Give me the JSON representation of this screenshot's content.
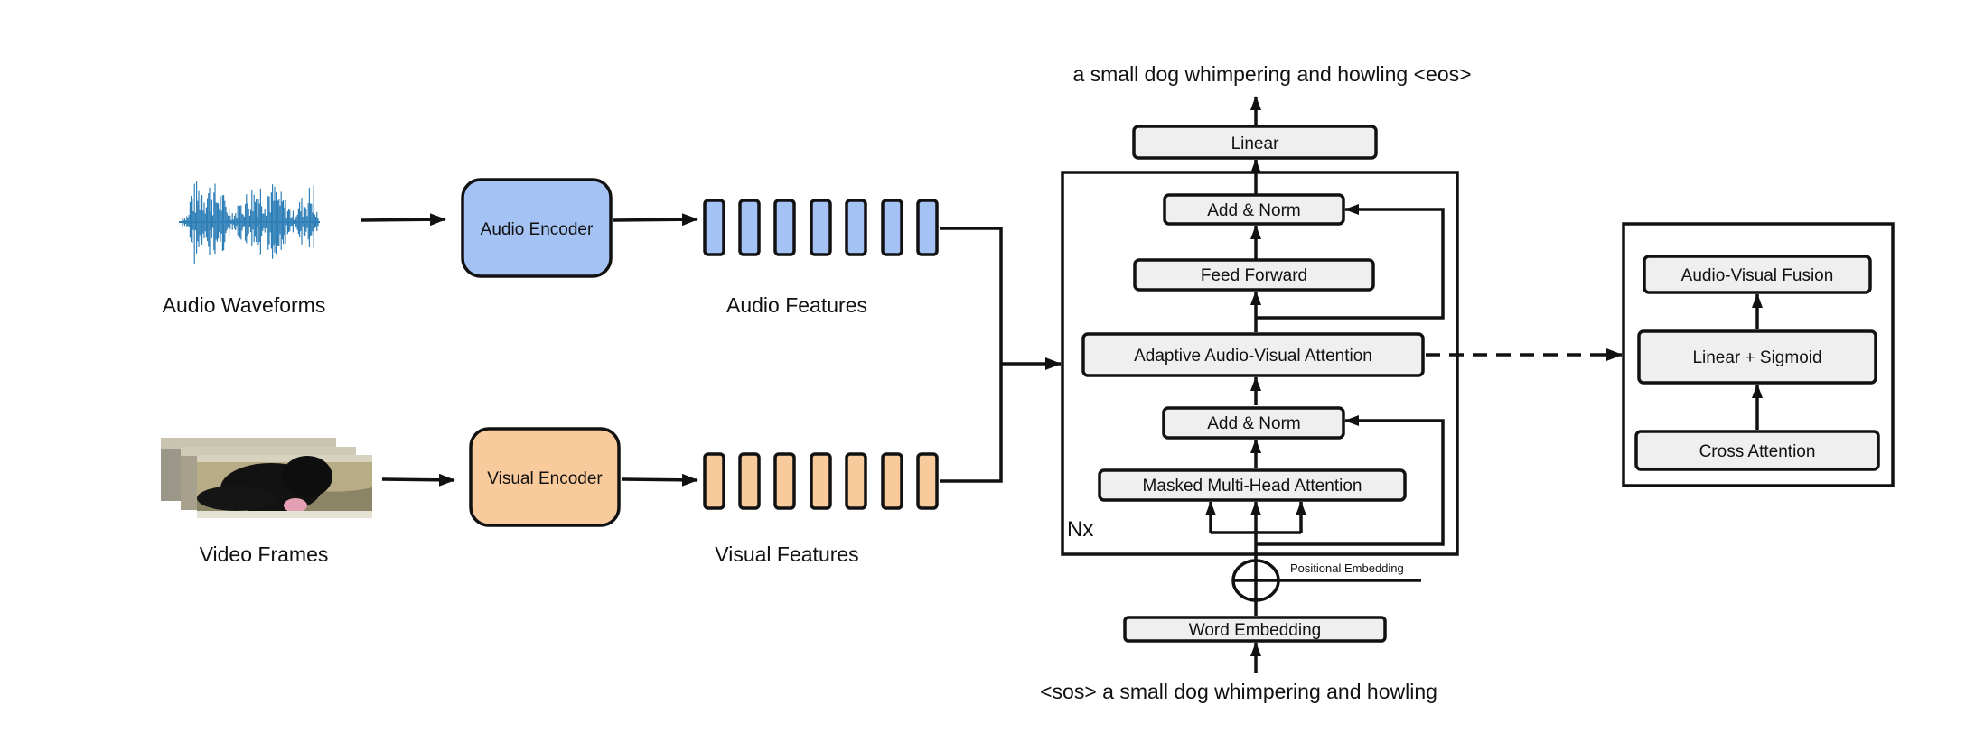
{
  "inputs": {
    "audio_label": "Audio Waveforms",
    "video_label": "Video Frames"
  },
  "encoders": {
    "audio": "Audio Encoder",
    "visual": "Visual Encoder"
  },
  "features": {
    "audio_label": "Audio Features",
    "visual_label": "Visual Features"
  },
  "decoder": {
    "output_text": "a small dog whimpering and howling <eos>",
    "linear": "Linear",
    "add_norm_top": "Add & Norm",
    "feed_forward": "Feed Forward",
    "adaptive_attention": "Adaptive Audio-Visual Attention",
    "add_norm_bottom": "Add & Norm",
    "masked_attention": "Masked Multi-Head Attention",
    "nx": "Nx",
    "positional_embedding": "Positional Embedding",
    "word_embedding": "Word  Embedding",
    "input_text": "<sos> a small dog whimpering and howling"
  },
  "fusion": {
    "audio_visual_fusion": "Audio-Visual Fusion",
    "linear_sigmoid": "Linear + Sigmoid",
    "cross_attention": "Cross Attention"
  },
  "colors": {
    "audio": "#a4c2f4",
    "visual": "#f9cb9c",
    "waveform": "#2e7fb8",
    "box_grey": "#efefef"
  }
}
